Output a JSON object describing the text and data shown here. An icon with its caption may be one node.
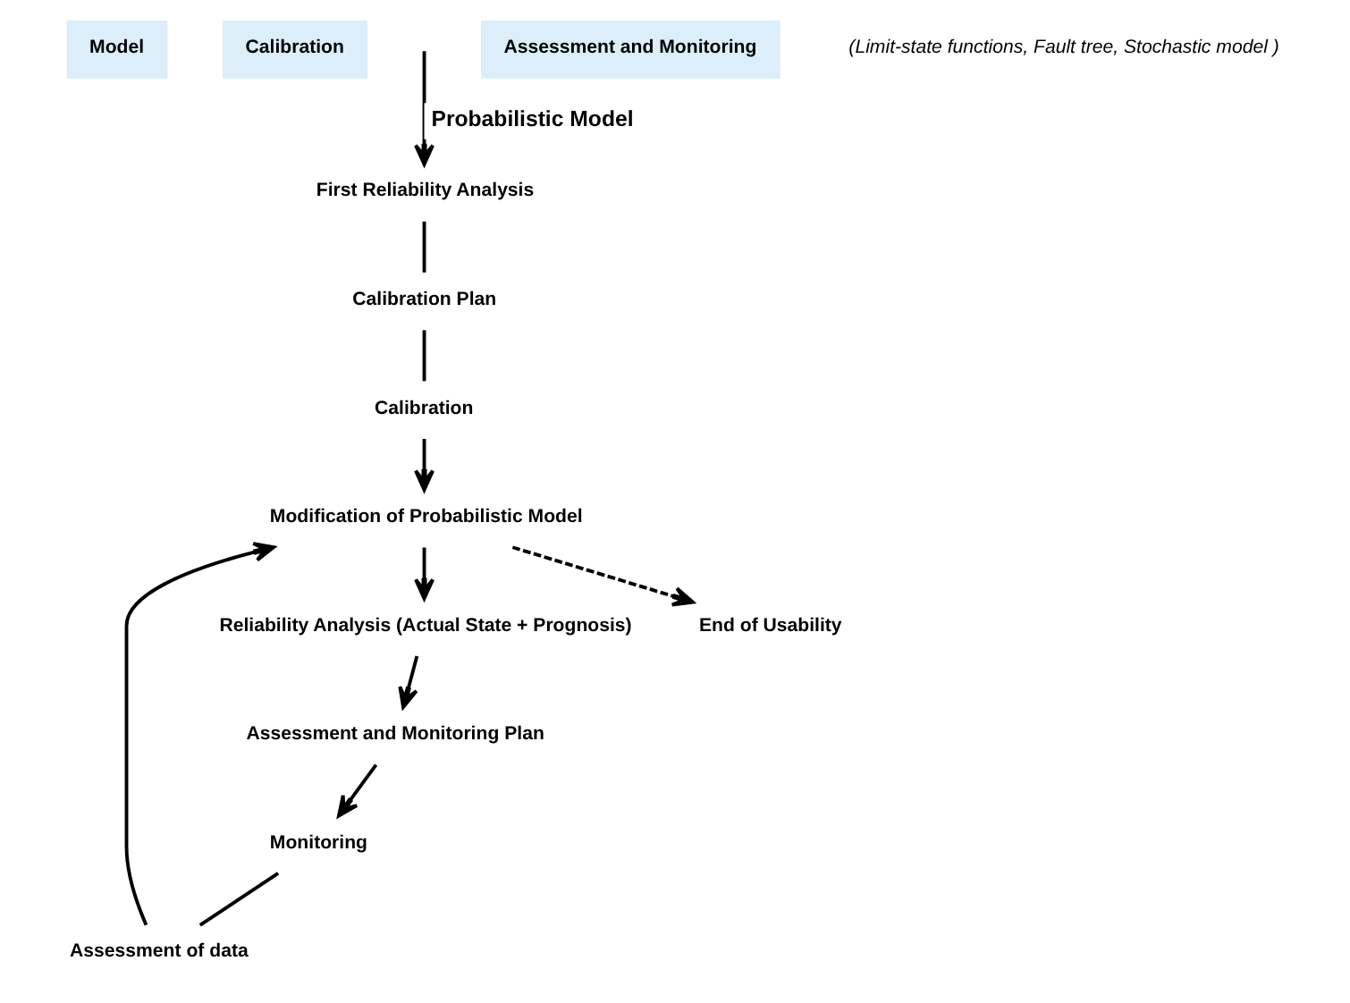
{
  "diagram": {
    "nodes": [
      {
        "text": [
          "Model"
        ]
      },
      {
        "text": [
          "Calibration"
        ]
      },
      {
        "text": [
          "First Reliability Analysis"
        ]
      },
      {
        "text": [
          "Calibration Plan"
        ]
      },
      {
        "text": [
          "Calibration"
        ]
      },
      {
        "text": [
          "Monitoring"
        ]
      },
      {
        "text": [
          "Assessment of data"
        ]
      },
      {
        "text": [
          "Modification of Probabilistic Model"
        ]
      },
      {
        "text": [
          "Reliability Analysis (Actual State + Prognosis)"
        ]
      },
      {
        "text": [
          "Assessment and Monitoring Plan"
        ]
      },
      {
        "text": [
          "Assessment and Monitoring"
        ]
      },
      {
        "text": [
          "End of Usability"
        ]
      }
    ],
    "edges": [
      {
        "from": null,
        "to": 2,
        "arrow": "to",
        "label": "Probabilistic Model"
      },
      {
        "from": 2,
        "to": 3,
        "arrow": "none"
      },
      {
        "from": 3,
        "to": 4,
        "arrow": "none"
      },
      {
        "from": 4,
        "to": 7,
        "arrow": "to"
      },
      {
        "from": 5,
        "to": 6,
        "arrow": "none"
      },
      {
        "from": 6,
        "to": 7,
        "arrow": "to"
      },
      {
        "from": 7,
        "to": 8,
        "arrow": "to"
      },
      {
        "from": 8,
        "to": 9,
        "arrow": "to"
      },
      {
        "from": 9,
        "to": 5,
        "arrow": "to"
      },
      {
        "from": 7,
        "to": 11,
        "arrow": "to",
        "style": "dashed"
      }
    ],
    "labels": [
      "(Limit-state functions, Fault tree, Stochastic model )"
    ]
  }
}
